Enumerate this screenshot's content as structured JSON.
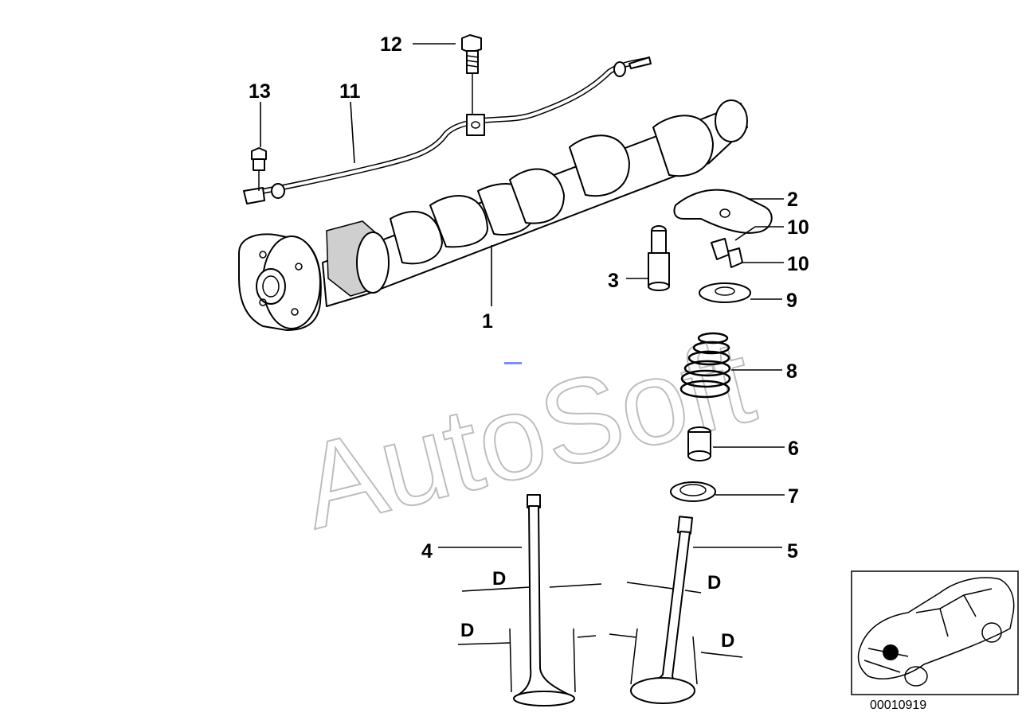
{
  "watermark": "AutoSoft",
  "callouts": {
    "c1": "1",
    "c2": "2",
    "c3": "3",
    "c4": "4",
    "c5": "5",
    "c6": "6",
    "c7": "7",
    "c8": "8",
    "c9": "9",
    "c10a": "10",
    "c10b": "10",
    "c11": "11",
    "c12": "12",
    "c13": "13"
  },
  "dimension_labels": {
    "d1": "D",
    "d2": "D",
    "d3": "D",
    "d4": "D"
  },
  "thumbnail": {
    "part_number": "00010919"
  }
}
